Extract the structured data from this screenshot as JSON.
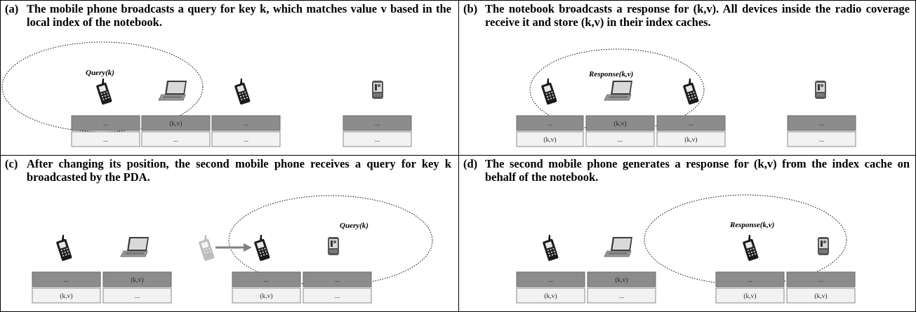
{
  "panels": {
    "a": {
      "label": "(a)",
      "caption": "The mobile phone broadcasts a query for key k, which matches value v based in the local index of the notebook.",
      "message": "Query(k)",
      "cells": {
        "a1": [
          "...",
          "..."
        ],
        "a2": [
          "(k,v)",
          "..."
        ],
        "a3": [
          "...",
          "..."
        ],
        "a4": [
          "...",
          "..."
        ]
      }
    },
    "b": {
      "label": "(b)",
      "caption": "The notebook broadcasts a response for (k,v). All devices inside the radio coverage receive it and store (k,v) in their index caches.",
      "message": "Response(k,v)",
      "cells": {
        "b1": [
          "...",
          "(k,v)"
        ],
        "b2": [
          "(k,v)",
          "..."
        ],
        "b3": [
          "...",
          "(k,v)"
        ],
        "b4": [
          "...",
          "..."
        ]
      }
    },
    "c": {
      "label": "(c)",
      "caption": "After changing its position, the second mobile phone receives a query for key k broadcasted by the PDA.",
      "message": "Query(k)",
      "cells": {
        "c1": [
          "...",
          "(k,v)"
        ],
        "c2": [
          "(k,v)",
          "..."
        ],
        "c3": [
          "...",
          "(k,v)"
        ],
        "c4": [
          "...",
          "..."
        ]
      }
    },
    "d": {
      "label": "(d)",
      "caption": "The second mobile phone generates a response for (k,v) from the index cache on behalf of the notebook.",
      "message": "Response(k,v)",
      "cells": {
        "d1": [
          "...",
          "(k,v)"
        ],
        "d2": [
          "(k,v)",
          "..."
        ],
        "d3": [
          "...",
          "(k,v)"
        ],
        "d4": [
          "...",
          "(k,v)"
        ]
      }
    }
  },
  "device_icons": [
    "mobile-phone-icon",
    "notebook-icon",
    "pda-icon"
  ],
  "colors": {
    "cache_header": "#8c8c8c",
    "cache_row": "#f2f2f2",
    "faded_phone": "#bdbdbd",
    "arrow": "#808080"
  }
}
